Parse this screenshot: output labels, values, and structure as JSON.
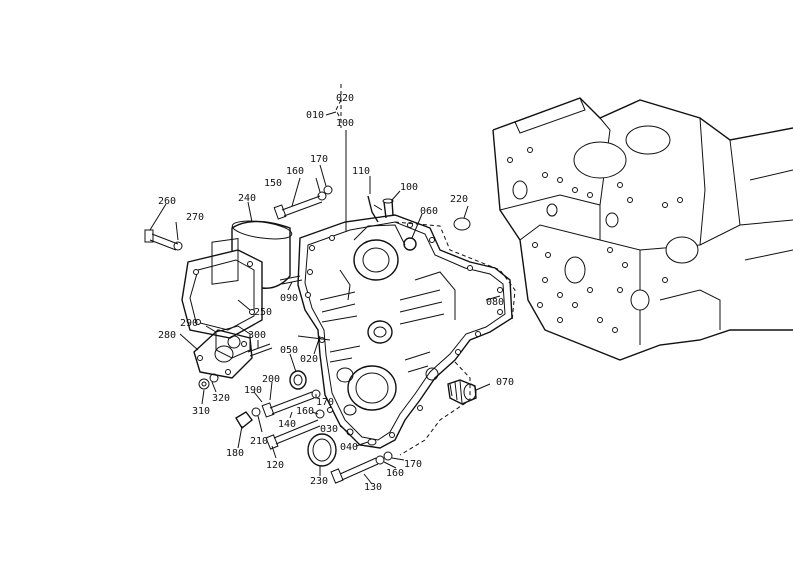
{
  "diagram": {
    "labels": {
      "p010": "010",
      "p020a": "020",
      "p100a": "100",
      "p150": "150",
      "p160a": "160",
      "p170a": "170",
      "p110": "110",
      "p100b": "100",
      "p060": "060",
      "p220": "220",
      "p260": "260",
      "p270": "270",
      "p240": "240",
      "p090": "090",
      "p080": "080",
      "p250": "250",
      "p290": "290",
      "p280": "280",
      "p300": "300",
      "p050": "050",
      "p020b": "020",
      "p070": "070",
      "p200": "200",
      "p190": "190",
      "p320": "320",
      "p310": "310",
      "p170b": "170",
      "p140": "140",
      "p160b": "160",
      "p030": "030",
      "p040": "040",
      "p210": "210",
      "p180": "180",
      "p120": "120",
      "p230": "230",
      "p160c": "160",
      "p170c": "170",
      "p130": "130"
    }
  }
}
